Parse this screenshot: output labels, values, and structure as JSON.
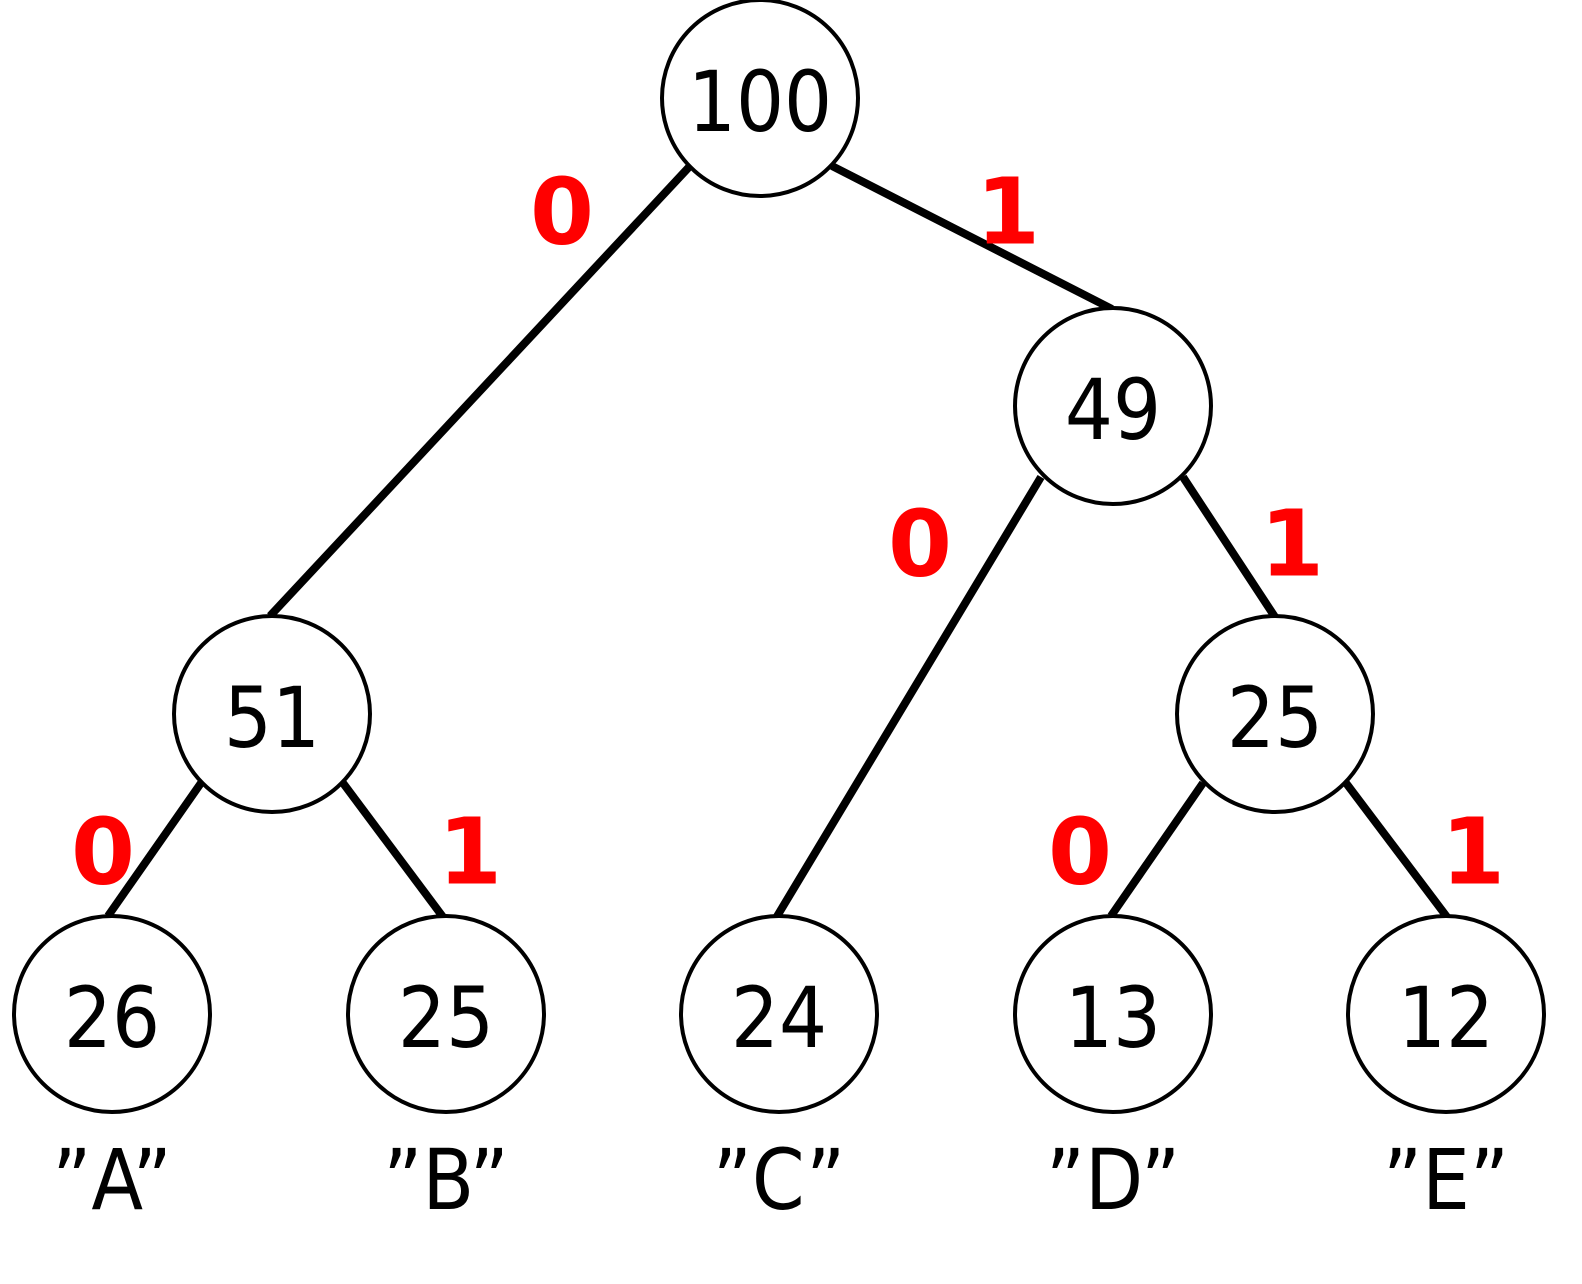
{
  "colors": {
    "edge": "#000000",
    "node_stroke": "#000000",
    "edge_label": "#ff0000",
    "text": "#000000"
  },
  "nodes": [
    {
      "id": "root",
      "value": "100"
    },
    {
      "id": "n51",
      "value": "51"
    },
    {
      "id": "n49",
      "value": "49"
    },
    {
      "id": "n25i",
      "value": "25"
    },
    {
      "id": "leafA",
      "value": "26",
      "symbol": "”A”"
    },
    {
      "id": "leafB",
      "value": "25",
      "symbol": "”B”"
    },
    {
      "id": "leafC",
      "value": "24",
      "symbol": "”C”"
    },
    {
      "id": "leafD",
      "value": "13",
      "symbol": "”D”"
    },
    {
      "id": "leafE",
      "value": "12",
      "symbol": "”E”"
    }
  ],
  "edges": [
    {
      "from": "root",
      "to": "n51",
      "label": "0"
    },
    {
      "from": "root",
      "to": "n49",
      "label": "1"
    },
    {
      "from": "n49",
      "to": "leafC",
      "label": "0"
    },
    {
      "from": "n49",
      "to": "n25i",
      "label": "1"
    },
    {
      "from": "n51",
      "to": "leafA",
      "label": "0"
    },
    {
      "from": "n51",
      "to": "leafB",
      "label": "1"
    },
    {
      "from": "n25i",
      "to": "leafD",
      "label": "0"
    },
    {
      "from": "n25i",
      "to": "leafE",
      "label": "1"
    }
  ]
}
